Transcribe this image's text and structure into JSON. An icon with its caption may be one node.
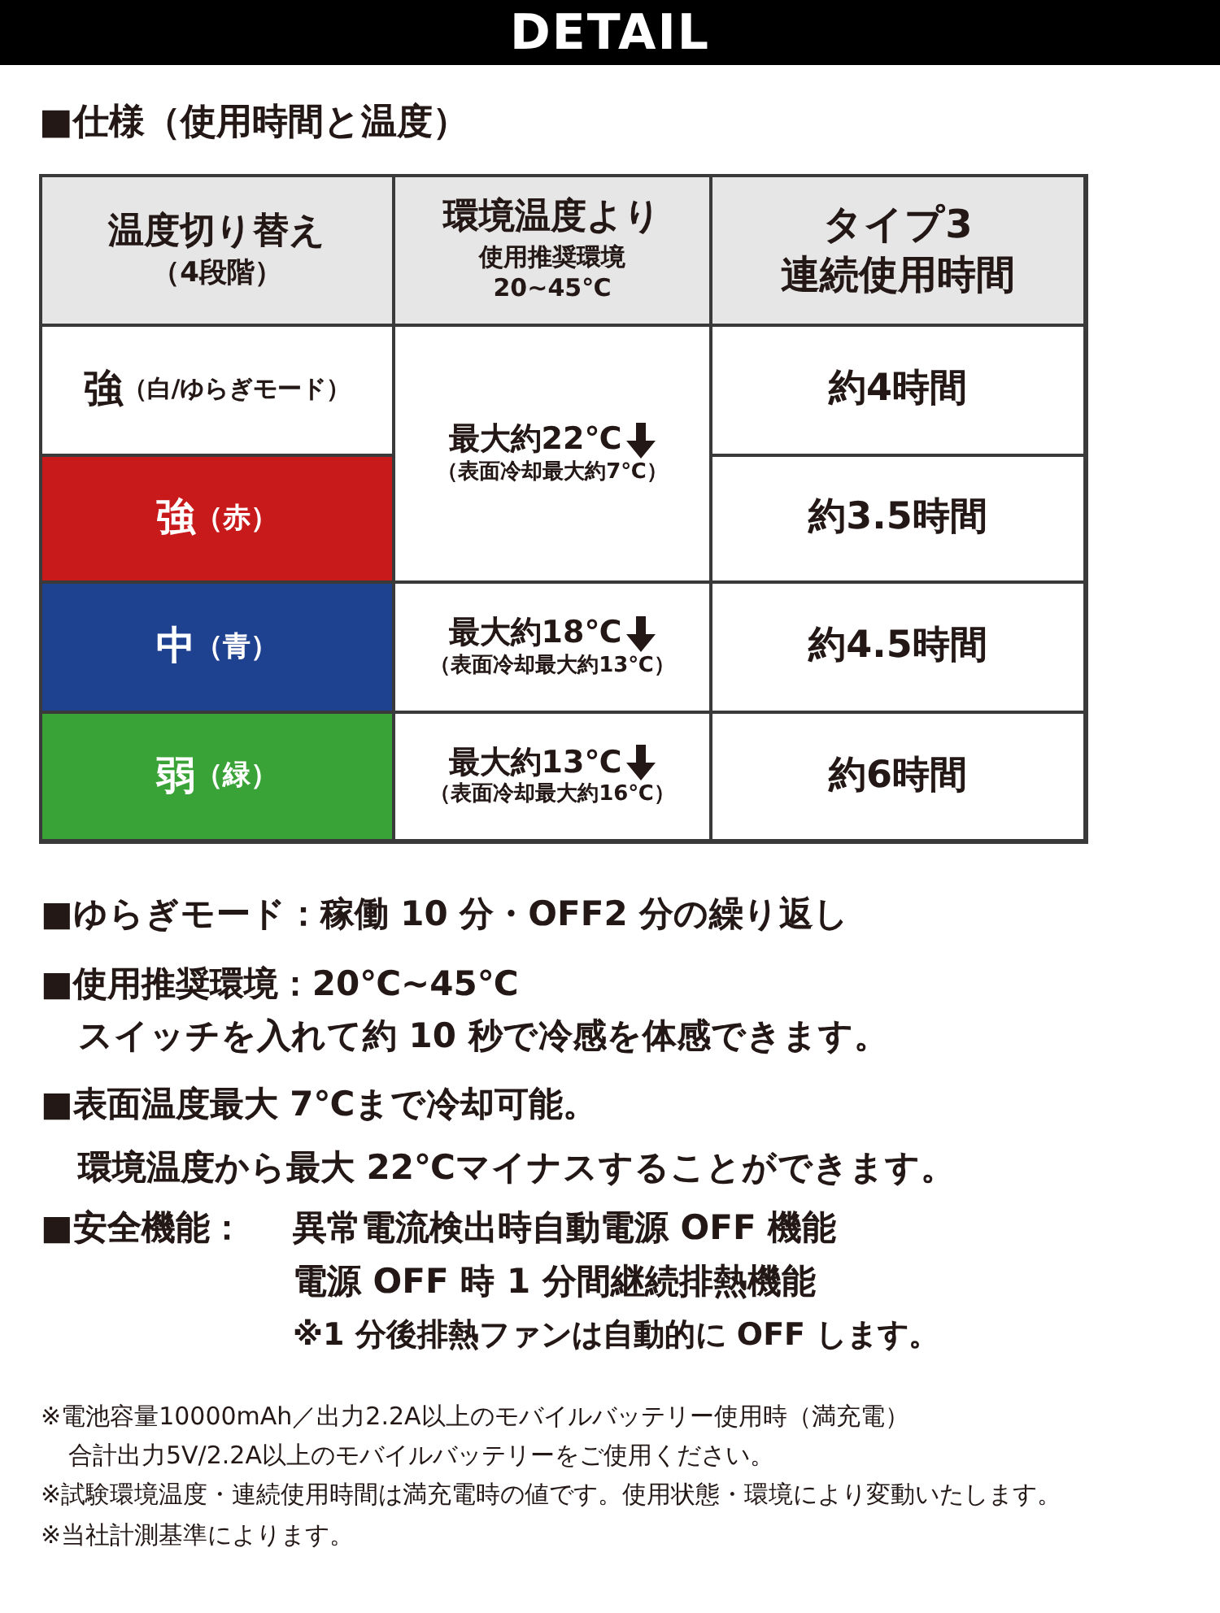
{
  "diagram": {
    "title": "DETAIL",
    "labels": [
      "■仕様（使用時間と温度）",
      "温度切り替え",
      "（4段階）",
      "環境温度より",
      "使用推奨環境",
      "20~45℃",
      "タイプ3",
      "連続使用時間",
      "強",
      "（白/ゆらぎモード）",
      "最大約22℃",
      "（表面冷却最大約7℃）",
      "約4時間",
      "強",
      "（赤）",
      "約3.5時間",
      "中",
      "（青）",
      "最大約18℃",
      "（表面冷却最大約13℃）",
      "約4.5時間",
      "弱",
      "（緑）",
      "最大約13℃",
      "（表面冷却最大約16℃）",
      "約6時間",
      "■ゆらぎモード：稼働 10 分・OFF2 分の繰り返し",
      "■使用推奨環境：20℃~45℃",
      "スイッチを入れて約 10 秒で冷感を体感できます。",
      "■表面温度最大 7℃まで冷却可能。",
      "環境温度から最大 22℃マイナスすることができます。",
      "■安全機能：",
      "異常電流検出時自動電源 OFF 機能",
      "電源 OFF 時 1 分間継続排熱機能",
      "※1 分後排熱ファンは自動的に OFF します。",
      "※電池容量10000mAh／出力2.2A以上のモバイルバッテリー使用時（満充電）",
      "合計出力5V/2.2A以上のモバイルバッテリーをご使用ください。",
      "※試験環境温度・連続使用時間は満充電時の値です。使用状態・環境により変動いたします。",
      "※当社計測基準によります。"
    ]
  }
}
